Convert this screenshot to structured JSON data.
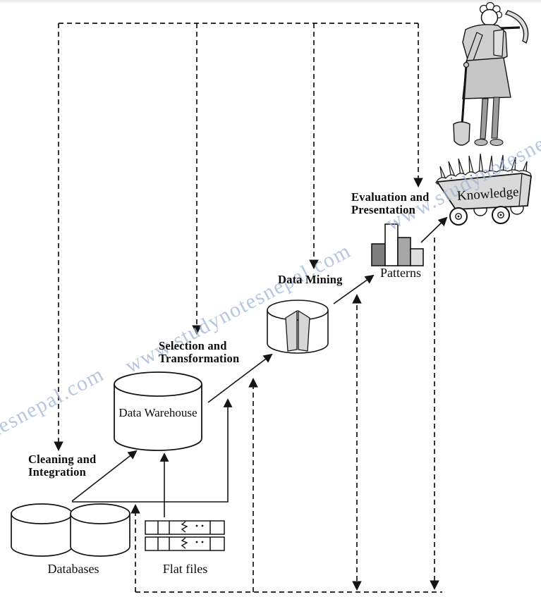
{
  "watermark": {
    "text": "www.studynotesnepal.com",
    "color": "#9db4d6"
  },
  "stage_labels": {
    "cleaning_integration": "Cleaning and Integration",
    "selection_transformation": "Selection and Transformation",
    "data_mining": "Data Mining",
    "evaluation_presentation": "Evaluation and Presentation"
  },
  "node_labels": {
    "databases": "Databases",
    "flat_files": "Flat files",
    "data_warehouse": "Data Warehouse",
    "patterns": "Patterns",
    "knowledge": "Knowledge"
  },
  "colors": {
    "line": "#141414",
    "bar_dark": "#7f7f7f",
    "bar_white": "#ffffff",
    "bar_medium": "#a6a6a6",
    "bar_light": "#dedede",
    "cart_body": "#d9d9d9",
    "figure_gray": "#cfcfcf"
  }
}
